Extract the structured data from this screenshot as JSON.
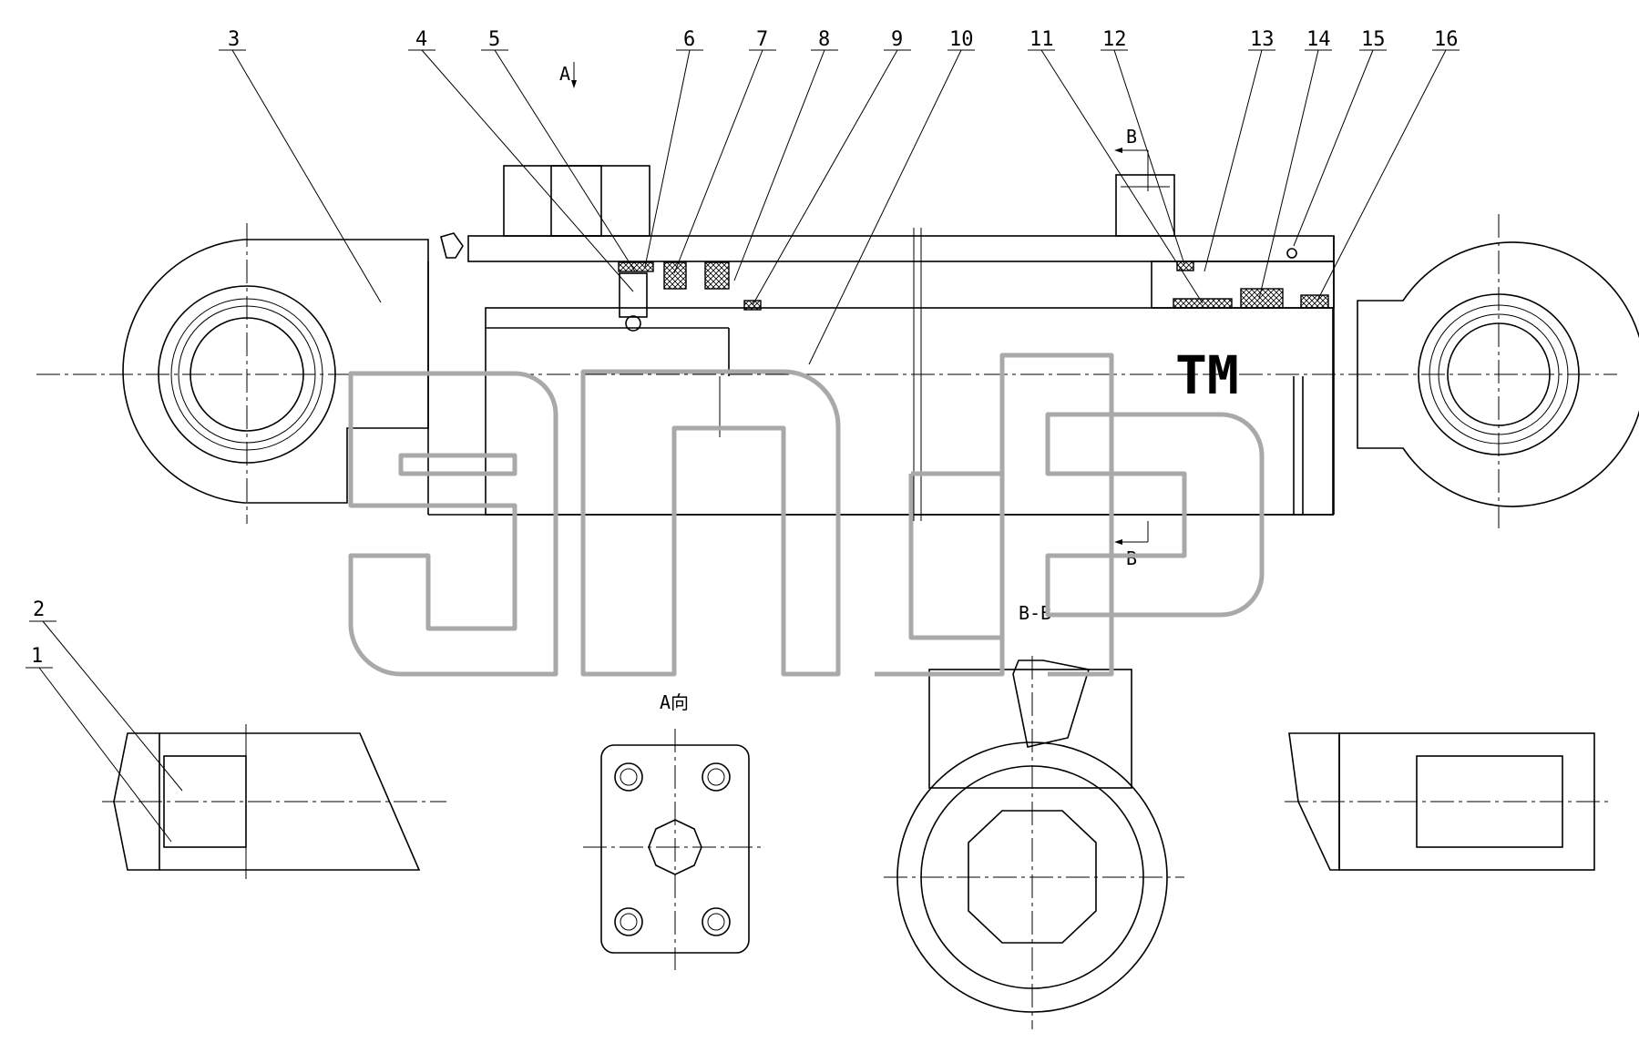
{
  "callouts": [
    "1",
    "2",
    "3",
    "4",
    "5",
    "6",
    "7",
    "8",
    "9",
    "10",
    "11",
    "12",
    "13",
    "14",
    "15",
    "16"
  ],
  "views": {
    "arrow_a": "A",
    "section_b": "B",
    "section_b_title": "B-B",
    "view_a_title": "A向"
  },
  "watermark": {
    "text": "dnd",
    "trademark": "TM"
  },
  "colors": {
    "line": "#000000",
    "background": "#ffffff",
    "watermark": "#a9a9a9"
  }
}
